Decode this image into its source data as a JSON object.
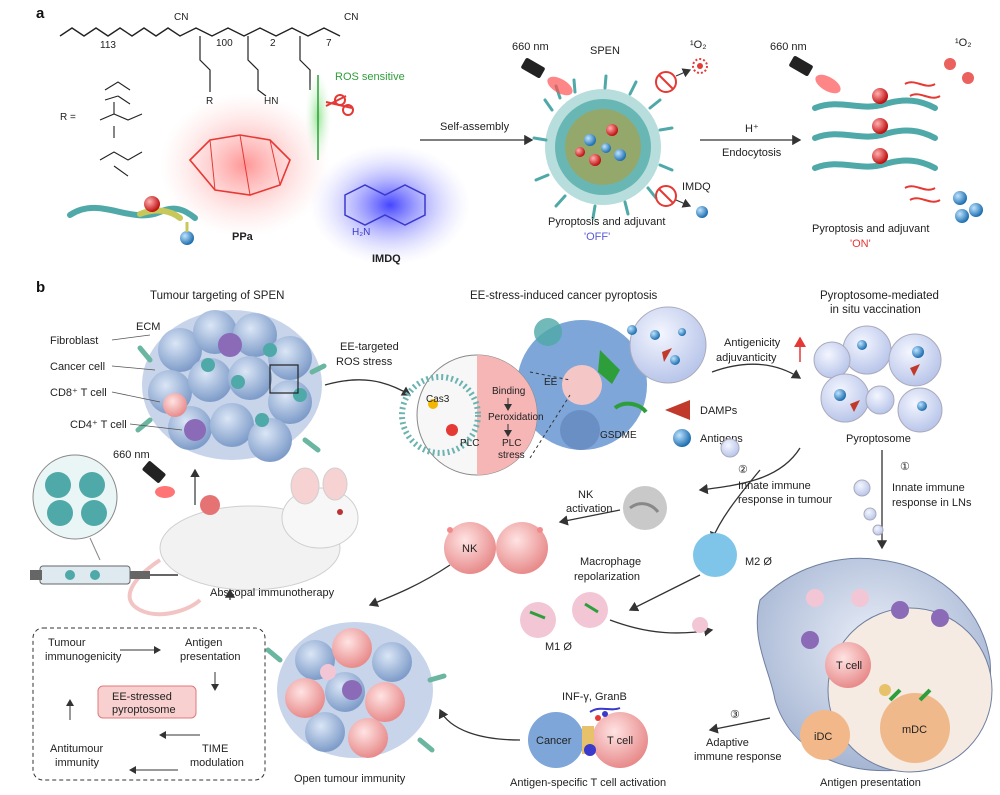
{
  "panel_a": {
    "letter": "a",
    "polymer": {
      "n113": "113",
      "n100": "100",
      "n2": "2",
      "n7": "7",
      "cn": "CN",
      "r_label": "R =",
      "r_group": "R",
      "hn": "HN",
      "ros_sensitive": "ROS sensitive",
      "ppa": "PPa",
      "imdq": "IMDQ",
      "h2n": "H₂N"
    },
    "self_assembly": "Self-assembly",
    "wavelength_1": "660 nm",
    "spen": "SPEN",
    "singlet_oxygen_1": "¹O₂",
    "imdq_label": "IMDQ",
    "caption_off_1": "Pyroptosis and adjuvant",
    "caption_off_2": "'OFF'",
    "h_plus": "H⁺",
    "endocytosis": "Endocytosis",
    "wavelength_2": "660 nm",
    "singlet_oxygen_2": "¹O₂",
    "caption_on_1": "Pyroptosis and adjuvant",
    "caption_on_2": "'ON'"
  },
  "panel_b": {
    "letter": "b",
    "tumour_targeting": "Tumour targeting of SPEN",
    "ecm": "ECM",
    "fibroblast": "Fibroblast",
    "cancer_cell": "Cancer cell",
    "cd8": "CD8⁺ T cell",
    "cd4": "CD4⁺ T cell",
    "wavelength": "660 nm",
    "ee_targeted_1": "EE-targeted",
    "ee_targeted_2": "ROS stress",
    "ee_stress_title": "EE-stress-induced cancer pyroptosis",
    "cas3": "Cas3",
    "plc": "PLC",
    "binding": "Binding",
    "peroxidation": "Peroxidation",
    "plc_stress_1": "PLC",
    "plc_stress_2": "stress",
    "ee": "EE",
    "gsdme": "GSDME",
    "damps": "DAMPs",
    "antigens": "Antigens",
    "antigenicity": "Antigenicity",
    "adjuvanticity": "adjuvanticity",
    "pyroptosome_title_1": "Pyroptosome-mediated",
    "pyroptosome_title_2": "in situ vaccination",
    "pyroptosome": "Pyroptosome",
    "step2": "②",
    "innate_tumour_1": "Innate immune",
    "innate_tumour_2": "response in tumour",
    "step1": "①",
    "innate_ln_1": "Innate immune",
    "innate_ln_2": "response in LNs",
    "nk_activation_1": "NK",
    "nk_activation_2": "activation",
    "nk": "NK",
    "m2": "M2 Ø",
    "macrophage_1": "Macrophage",
    "macrophage_2": "repolarization",
    "m1": "M1 Ø",
    "abscopal": "Abscopal immunotherapy",
    "cycle": {
      "tumour_immuno_1": "Tumour",
      "tumour_immuno_2": "immunogenicity",
      "antigen_pres_1": "Antigen",
      "antigen_pres_2": "presentation",
      "center_1": "EE-stressed",
      "center_2": "pyroptosome",
      "antitumour_1": "Antitumour",
      "antitumour_2": "immunity",
      "time_1": "TIME",
      "time_2": "modulation"
    },
    "open_tumour": "Open tumour immunity",
    "inf_granb": "INF-γ, GranB",
    "cancer": "Cancer",
    "t_cell": "T cell",
    "antigen_specific": "Antigen-specific T cell activation",
    "step3": "③",
    "adaptive_1": "Adaptive",
    "adaptive_2": "immune response",
    "ln_t_cell": "T cell",
    "idc": "iDC",
    "mdc": "mDC",
    "antigen_presentation": "Antigen presentation"
  },
  "colors": {
    "teal": "#4fa9a8",
    "red": "#e53935",
    "green": "#2e9e3a",
    "blue_imdq": "#3a3acb",
    "cell_blue": "#7e9cc9",
    "pink": "#f6b6b6"
  }
}
